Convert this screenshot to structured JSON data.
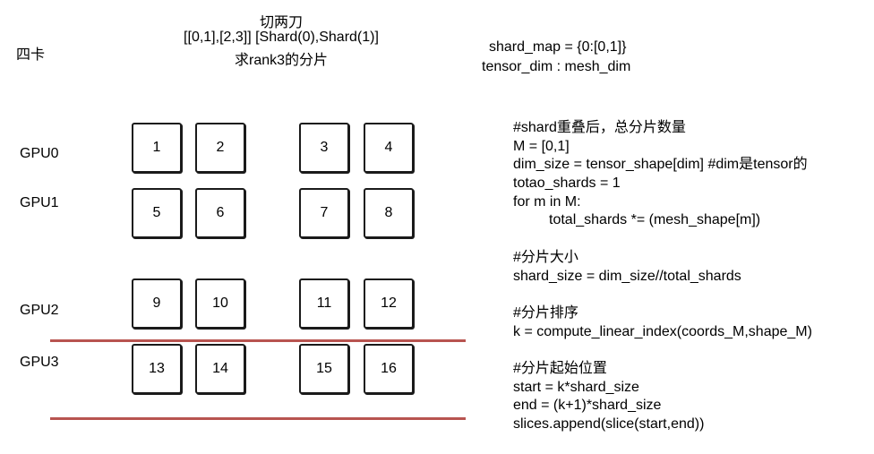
{
  "header": {
    "title_line1": "切两刀",
    "title_line2": "[[0,1],[2,3]] [Shard(0),Shard(1)]",
    "title_line3": "求rank3的分片",
    "left_label": "四卡",
    "shard_map": "shard_map = {0:[0,1]}",
    "tensor_dim": "tensor_dim : mesh_dim"
  },
  "gpus": [
    "GPU0",
    "GPU1",
    "GPU2",
    "GPU3"
  ],
  "blocks": [
    "1",
    "2",
    "3",
    "4",
    "5",
    "6",
    "7",
    "8",
    "9",
    "10",
    "11",
    "12",
    "13",
    "14",
    "15",
    "16"
  ],
  "colors": {
    "highlight_line": "#b85450",
    "box_border": "#1a1a1a"
  },
  "code": [
    "#shard重叠后，总分片数量",
    "M = [0,1]",
    "dim_size = tensor_shape[dim] #dim是tensor的",
    "totao_shards = 1",
    "for m in M:",
    "total_shards *= (mesh_shape[m])",
    "",
    "#分片大小",
    "shard_size = dim_size//total_shards",
    "",
    "#分片排序",
    "k = compute_linear_index(coords_M,shape_M)",
    "",
    "#分片起始位置",
    "start = k*shard_size",
    "end = (k+1)*shard_size",
    "slices.append(slice(start,end))"
  ]
}
